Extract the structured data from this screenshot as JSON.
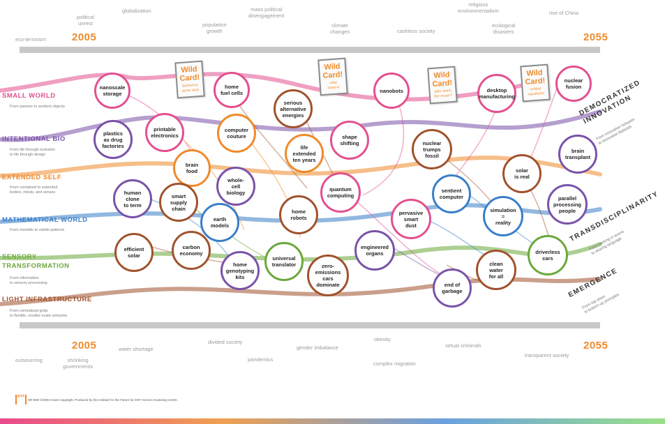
{
  "top_events": [
    {
      "id": "eco-terrorism",
      "text": "eco-terrorism"
    },
    {
      "id": "political-unrest",
      "text": "political\nunrest"
    },
    {
      "id": "globalization",
      "text": "globalization"
    },
    {
      "id": "population-growth",
      "text": "population\ngrowth"
    },
    {
      "id": "mass-political-disengagement",
      "text": "mass political\ndisengagement"
    },
    {
      "id": "climate-changes",
      "text": "climate\nchanges"
    },
    {
      "id": "cashless-society",
      "text": "cashless society"
    },
    {
      "id": "religious-environmentalism",
      "text": "religious\nenvironmentalism"
    },
    {
      "id": "ecological-disasters",
      "text": "ecological\ndisasters"
    },
    {
      "id": "rise-of-china",
      "text": "rise of China"
    }
  ],
  "bottom_events": [
    {
      "id": "outsourcing",
      "text": "outsourcing"
    },
    {
      "id": "shrinking-governments",
      "text": "shrinking\ngovernments"
    },
    {
      "id": "water-shortage",
      "text": "water shortage"
    },
    {
      "id": "divided-society",
      "text": "divided society"
    },
    {
      "id": "pandemics",
      "text": "pandemics"
    },
    {
      "id": "gender-imbalance",
      "text": "gender imbalance"
    },
    {
      "id": "obesity",
      "text": "obesity"
    },
    {
      "id": "complex-migration",
      "text": "complex migration"
    },
    {
      "id": "virtual-criminals",
      "text": "virtual criminals"
    },
    {
      "id": "transparent-society",
      "text": "transparent society"
    }
  ],
  "years": {
    "start": "2005",
    "end": "2055"
  },
  "themes": [
    {
      "id": "small-world",
      "title": "SMALL WORLD",
      "subtitle": "From passive to sentient objects",
      "color": "#e2508f"
    },
    {
      "id": "intentional-bio",
      "title": "INTENTIONAL BIO",
      "subtitle": "From life through evolution\nto life through design",
      "color": "#7a52a8"
    },
    {
      "id": "extended-self",
      "title": "EXTENDED SELF",
      "subtitle": "From contained to extended\nbodies, minds, and senses",
      "color": "#ef8a2a"
    },
    {
      "id": "mathematical-world",
      "title": "MATHEMATICAL WORLD",
      "subtitle": "From invisible to visible patterns",
      "color": "#3a7fc8"
    },
    {
      "id": "sensory-transformation",
      "title": "SENSORY\nTRANSFORMATION",
      "subtitle": "From information\nto sensory processing",
      "color": "#6aa83a"
    },
    {
      "id": "light-infrastructure",
      "title": "LIGHT INFRASTRUCTURE",
      "subtitle": "From centralized grids\nto flexible, smaller-scale networks",
      "color": "#a0522d"
    }
  ],
  "right_themes": [
    {
      "id": "democratized-innovation",
      "title": "DEMOCRATIZED\nINNOVATION",
      "subtitle": "From innovation hotspots\nto innovation flatlands"
    },
    {
      "id": "transdisciplinarity",
      "title": "TRANSDISCIPLINARITY",
      "subtitle": "From working in teams\nto sharing language"
    },
    {
      "id": "emergence",
      "title": "EMERGENCE",
      "subtitle": "From top-down\nto bottom-up principles"
    }
  ],
  "wild_cards": [
    {
      "id": "biohorror-arms-race",
      "title": "Wild\nCard!",
      "subtitle": "biohorror\narms race"
    },
    {
      "id": "ruby-nano",
      "title": "Wild\nCard!",
      "subtitle": "ruby\nnano-e"
    },
    {
      "id": "who-owns-the-moon",
      "title": "Wild\nCard!",
      "subtitle": "who owns\nthe moon?"
    },
    {
      "id": "orbital-vacations",
      "title": "Wild\nCard!",
      "subtitle": "orbital\nvacations"
    }
  ],
  "bubbles": [
    {
      "id": "nanoscale-storage",
      "label": "nanoscale\nstorage",
      "color": "#e2508f"
    },
    {
      "id": "home-fuel-cells",
      "label": "home\nfuel cells",
      "color": "#e2508f"
    },
    {
      "id": "serious-alternative-energies",
      "label": "serious\nalternative\nenergies",
      "color": "#a0522d"
    },
    {
      "id": "nanobots",
      "label": "nanobots",
      "color": "#e2508f"
    },
    {
      "id": "desktop-manufacturing",
      "label": "desktop\nmanufacturing",
      "color": "#e2508f"
    },
    {
      "id": "nuclear-fusion",
      "label": "nuclear\nfusion",
      "color": "#e2508f"
    },
    {
      "id": "plastics-as-drug-factories",
      "label": "plastics\nas drug\nfactories",
      "color": "#7a52a8"
    },
    {
      "id": "printable-electronics",
      "label": "printable\nelectronics",
      "color": "#e2508f"
    },
    {
      "id": "computer-couture",
      "label": "computer\ncouture",
      "color": "#ef8a2a"
    },
    {
      "id": "life-extended-ten-years",
      "label": "life\nextended\nten years",
      "color": "#ef8a2a"
    },
    {
      "id": "shape-shifting",
      "label": "shape\nshifting",
      "color": "#e2508f"
    },
    {
      "id": "nuclear-trumps-fossil",
      "label": "nuclear\ntrumps\nfossil",
      "color": "#a0522d"
    },
    {
      "id": "brain-transplant",
      "label": "brain\ntransplant",
      "color": "#7a52a8"
    },
    {
      "id": "brain-food",
      "label": "brain\nfood",
      "color": "#ef8a2a"
    },
    {
      "id": "whole-cell-biology",
      "label": "whole-\ncell\nbiology",
      "color": "#7a52a8"
    },
    {
      "id": "quantum-computing",
      "label": "quantum\ncomputing",
      "color": "#e2508f"
    },
    {
      "id": "sentient-computer",
      "label": "sentient\ncomputer",
      "color": "#3a7fc8"
    },
    {
      "id": "solar-is-real",
      "label": "solar\nis real",
      "color": "#a0522d"
    },
    {
      "id": "parallel-processing-people",
      "label": "parallel\nprocessing\npeople",
      "color": "#7a52a8"
    },
    {
      "id": "human-clone-to-term",
      "label": "human\nclone\nto term",
      "color": "#7a52a8"
    },
    {
      "id": "smart-supply-chain",
      "label": "smart\nsupply\nchain",
      "color": "#a0522d"
    },
    {
      "id": "earth-models",
      "label": "earth\nmodels",
      "color": "#3a7fc8"
    },
    {
      "id": "home-robots",
      "label": "home\nrobots",
      "color": "#a0522d"
    },
    {
      "id": "pervasive-smart-dust",
      "label": "pervasive\nsmart\ndust",
      "color": "#e2508f"
    },
    {
      "id": "simulation-reality",
      "label": "simulation\n=\nreality",
      "color": "#3a7fc8"
    },
    {
      "id": "efficient-solar",
      "label": "efficient\nsolar",
      "color": "#a0522d"
    },
    {
      "id": "carbon-economy",
      "label": "carbon\neconomy",
      "color": "#a0522d"
    },
    {
      "id": "home-genotyping-kits",
      "label": "home\ngenotyping\nkits",
      "color": "#7a52a8"
    },
    {
      "id": "universal-translator",
      "label": "universal\ntranslator",
      "color": "#6aa83a"
    },
    {
      "id": "zero-emissions-cars-dominate",
      "label": "zero-\nemissions\ncars\ndominate",
      "color": "#a0522d"
    },
    {
      "id": "engineered-organs",
      "label": "engineered\norgans",
      "color": "#7a52a8"
    },
    {
      "id": "end-of-garbage",
      "label": "end of\ngarbage",
      "color": "#7a52a8"
    },
    {
      "id": "clean-water-for-all",
      "label": "clean\nwater\nfor all",
      "color": "#a0522d"
    },
    {
      "id": "driverless-cars",
      "label": "driverless\ncars",
      "color": "#6aa83a"
    }
  ],
  "footer": {
    "text": "SR-958 ©2005 Crown Copyright. Produced by the Institute for the Future for OST Horizon Scanning Centre.",
    "logo": "IFTF"
  }
}
